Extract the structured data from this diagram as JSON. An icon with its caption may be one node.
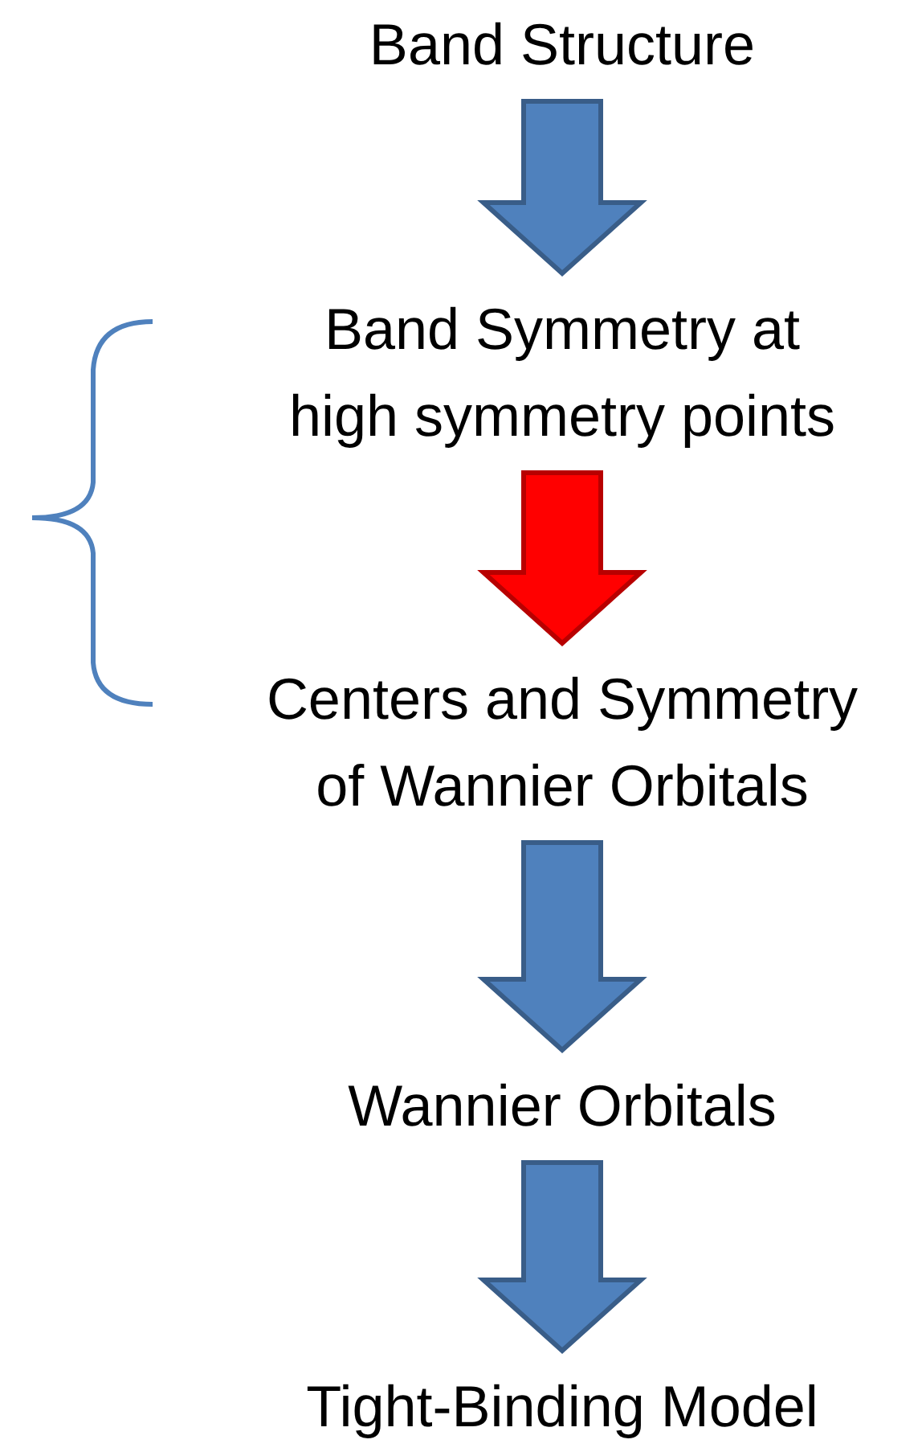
{
  "diagram": {
    "nodes": [
      {
        "text": [
          "Band Structure"
        ]
      },
      {
        "text": [
          "Band Symmetry at high symmetry points"
        ]
      },
      {
        "text": [
          "Centers and Symmetry of Wannier Orbitals"
        ]
      },
      {
        "text": [
          "Wannier Orbitals"
        ]
      },
      {
        "text": [
          "Tight-Binding Model"
        ]
      }
    ],
    "edges": [
      {
        "from": 0,
        "to": 1,
        "arrow": "to"
      },
      {
        "from": 1,
        "to": 2,
        "arrow": "to",
        "color": "#ff0000"
      },
      {
        "from": 2,
        "to": 3,
        "arrow": "to"
      },
      {
        "from": 3,
        "to": 4,
        "arrow": "to"
      }
    ]
  }
}
